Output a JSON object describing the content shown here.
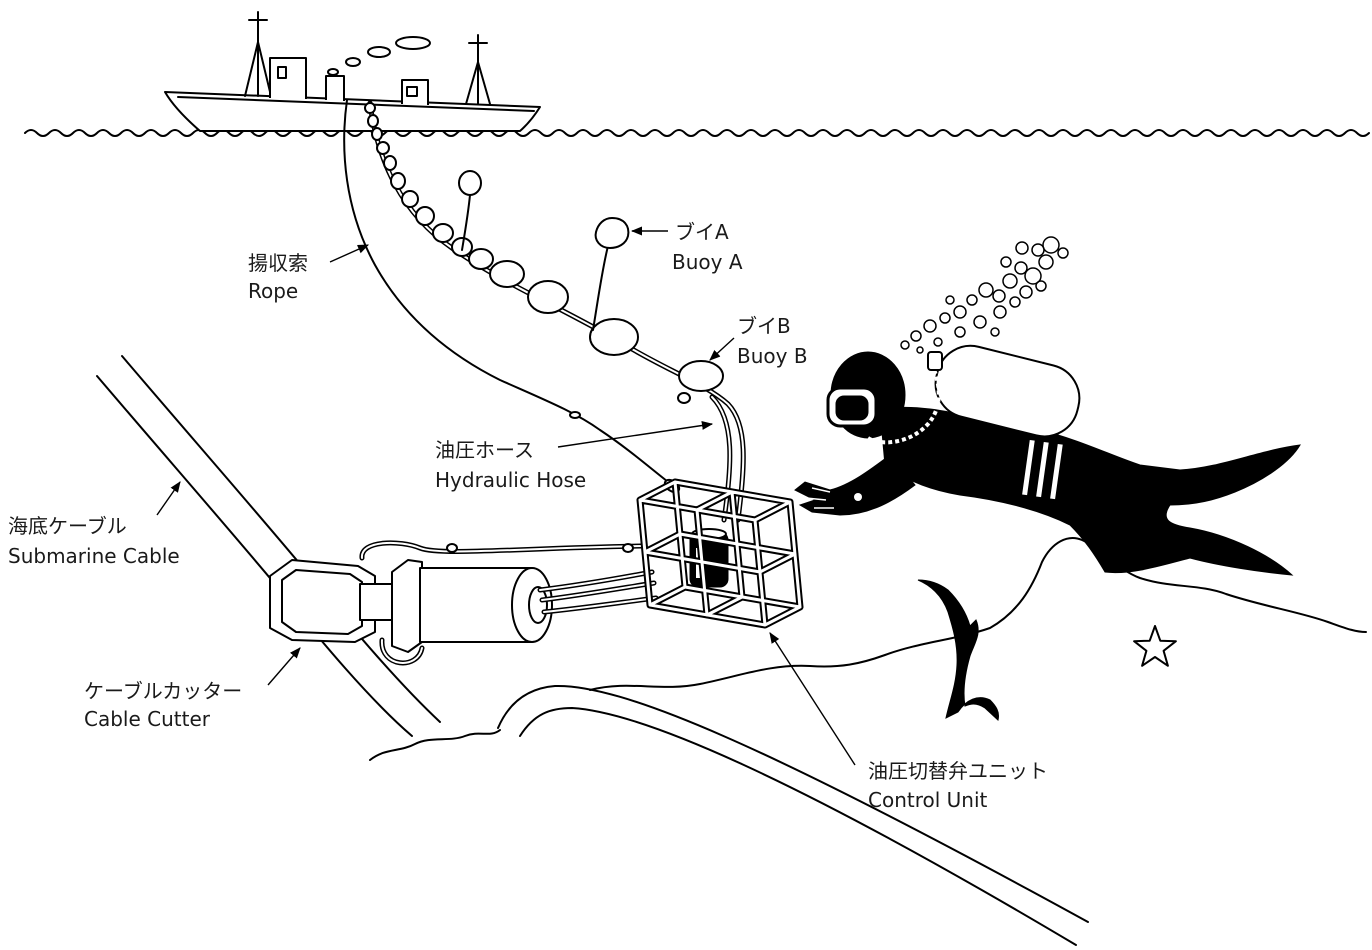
{
  "labels": {
    "rope": {
      "ja": "揚収索",
      "en": "Rope"
    },
    "buoy_a": {
      "ja": "ブイA",
      "en": "Buoy A"
    },
    "buoy_b": {
      "ja": "ブイB",
      "en": "Buoy B"
    },
    "hydraulic_hose": {
      "ja": "油圧ホース",
      "en": "Hydraulic Hose"
    },
    "submarine_cable": {
      "ja": "海底ケーブル",
      "en": "Submarine Cable"
    },
    "cable_cutter": {
      "ja": "ケーブルカッター",
      "en": "Cable Cutter"
    },
    "control_unit": {
      "ja": "油圧切替弁ユニット",
      "en": "Control Unit"
    }
  },
  "colors": {
    "ink": "#000000",
    "background": "#ffffff"
  }
}
